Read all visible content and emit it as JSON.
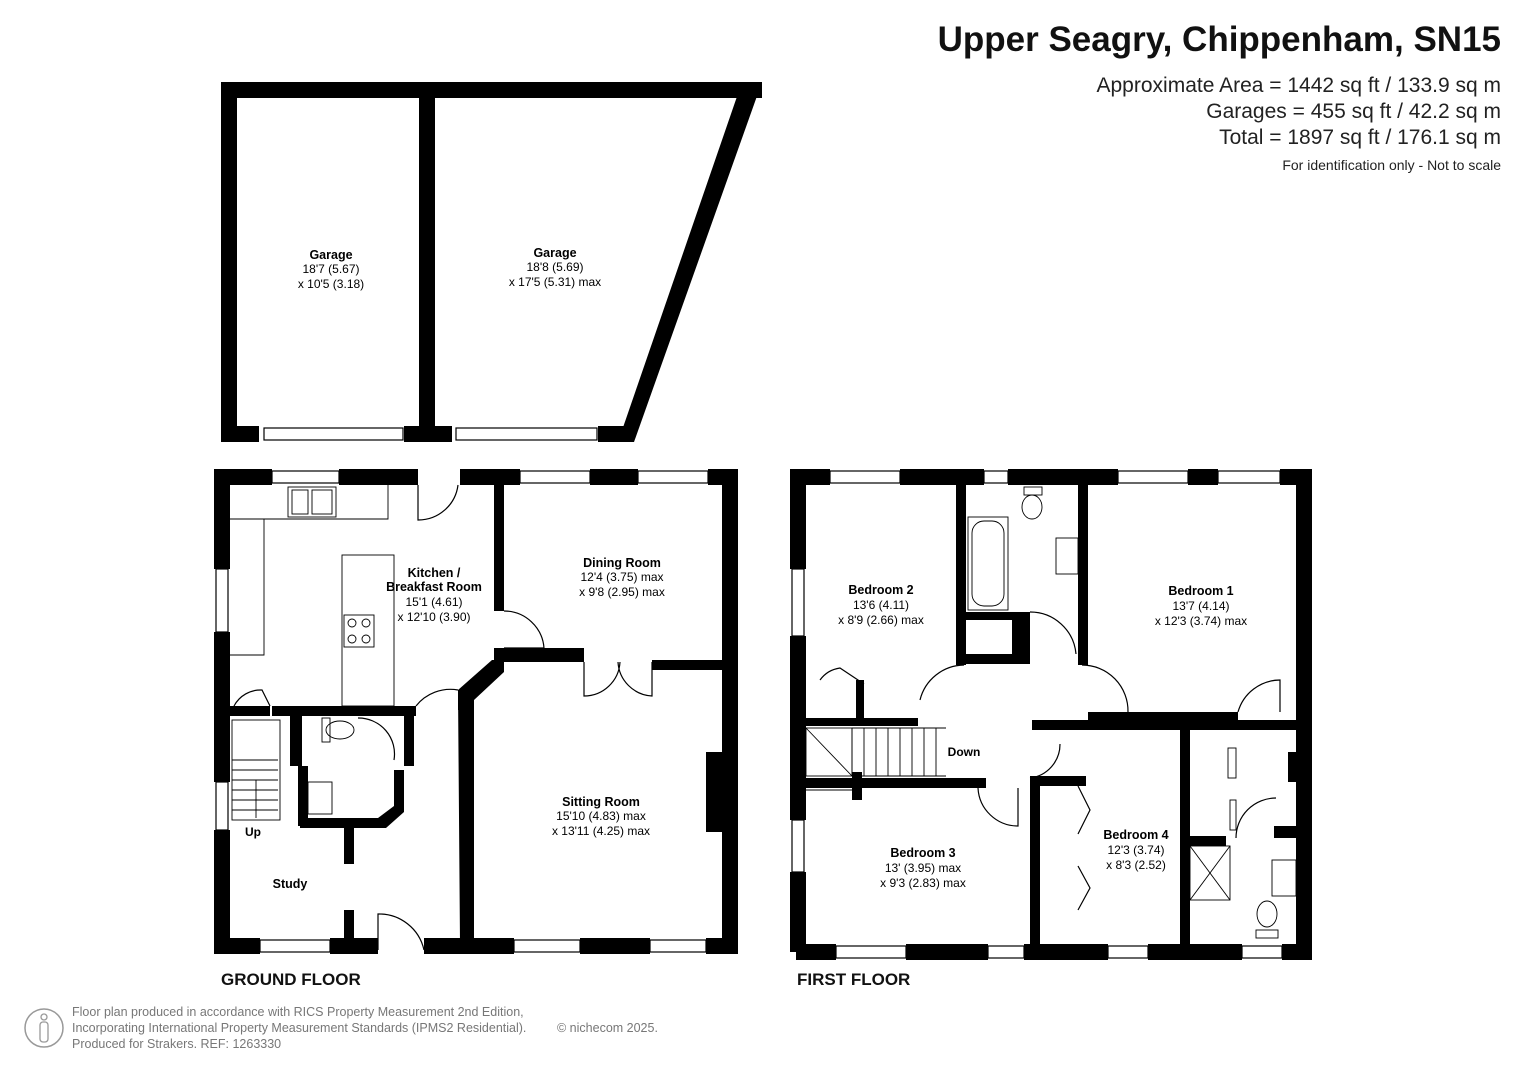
{
  "header": {
    "title": "Upper Seagry, Chippenham, SN15",
    "areas": [
      "Approximate Area = 1442 sq ft / 133.9 sq m",
      "Garages = 455 sq ft / 42.2 sq m",
      "Total = 1897 sq ft / 176.1 sq m"
    ],
    "note": "For identification only - Not to scale"
  },
  "floors": {
    "ground": "GROUND FLOOR",
    "first": "FIRST FLOOR"
  },
  "rooms": {
    "garage_left": {
      "name": "Garage",
      "dims": [
        "18'7 (5.67)",
        "x 10'5 (3.18)"
      ]
    },
    "garage_right": {
      "name": "Garage",
      "dims": [
        "18'8 (5.69)",
        "x 17'5 (5.31) max"
      ]
    },
    "kitchen": {
      "name": [
        "Kitchen /",
        "Breakfast Room"
      ],
      "dims": [
        "15'1 (4.61)",
        "x 12'10 (3.90)"
      ]
    },
    "dining": {
      "name": "Dining Room",
      "dims": [
        "12'4 (3.75) max",
        "x 9'8 (2.95) max"
      ]
    },
    "sitting": {
      "name": "Sitting Room",
      "dims": [
        "15'10 (4.83) max",
        "x 13'11 (4.25) max"
      ]
    },
    "study": {
      "name": "Study"
    },
    "bedroom2": {
      "name": "Bedroom 2",
      "dims": [
        "13'6 (4.11)",
        "x 8'9 (2.66) max"
      ]
    },
    "bedroom1": {
      "name": "Bedroom 1",
      "dims": [
        "13'7 (4.14)",
        "x 12'3 (3.74) max"
      ]
    },
    "bedroom3": {
      "name": "Bedroom 3",
      "dims": [
        "13' (3.95) max",
        "x 9'3 (2.83) max"
      ]
    },
    "bedroom4": {
      "name": "Bedroom 4",
      "dims": [
        "12'3 (3.74)",
        "x 8'3 (2.52)"
      ]
    }
  },
  "labels": {
    "up": "Up",
    "down": "Down"
  },
  "footer": {
    "lines": [
      "Floor plan produced in accordance with RICS Property Measurement 2nd Edition,",
      "Incorporating International Property Measurement Standards (IPMS2 Residential).",
      "Produced for Strakers.    REF: 1263330"
    ],
    "copyright": "© nichecom 2025."
  }
}
